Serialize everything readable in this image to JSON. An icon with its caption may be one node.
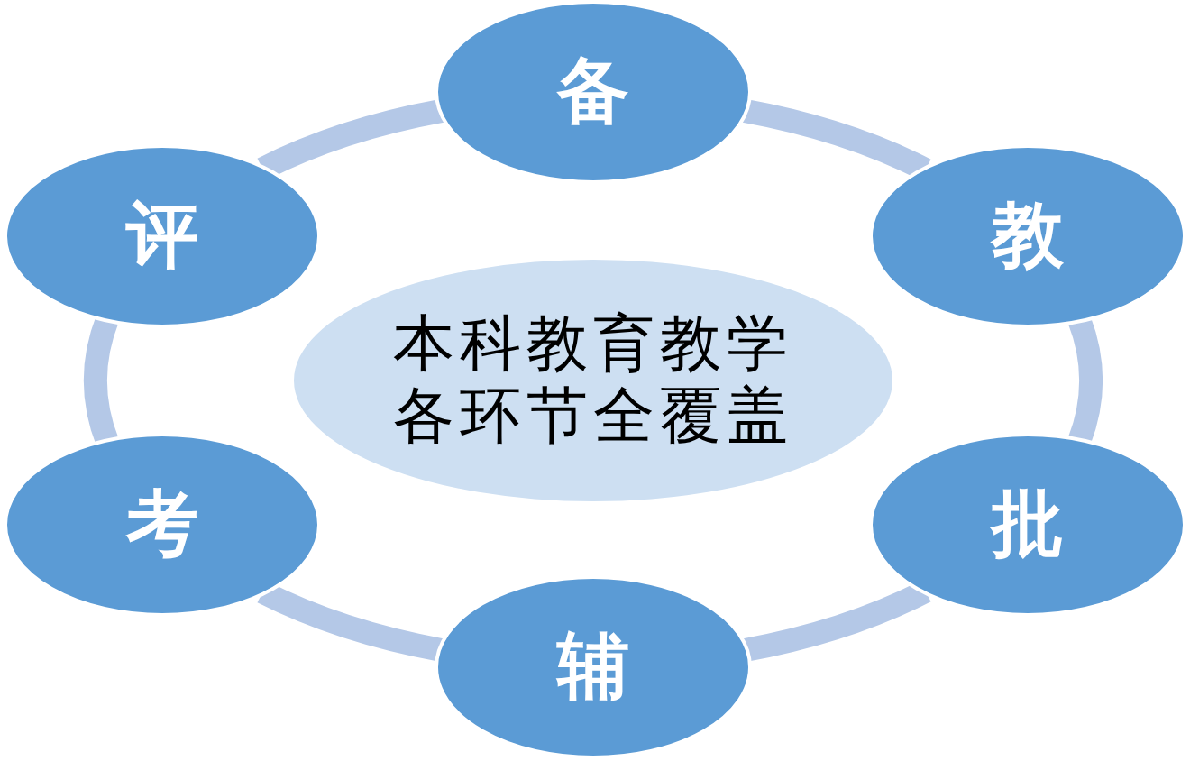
{
  "diagram": {
    "nodes": [
      {
        "text": [
          "本科教育教学各环节全覆盖"
        ]
      },
      {
        "text": [
          "备"
        ]
      },
      {
        "text": [
          "教"
        ]
      },
      {
        "text": [
          "批"
        ]
      },
      {
        "text": [
          "辅"
        ]
      },
      {
        "text": [
          "考"
        ]
      },
      {
        "text": [
          "评"
        ]
      }
    ],
    "edges": [
      {
        "from": 1,
        "to": 2,
        "arrow": "none"
      },
      {
        "from": 2,
        "to": 3,
        "arrow": "none"
      },
      {
        "from": 3,
        "to": 4,
        "arrow": "none"
      },
      {
        "from": 4,
        "to": 5,
        "arrow": "none"
      },
      {
        "from": 5,
        "to": 6,
        "arrow": "none"
      },
      {
        "from": 6,
        "to": 1,
        "arrow": "none"
      }
    ]
  }
}
